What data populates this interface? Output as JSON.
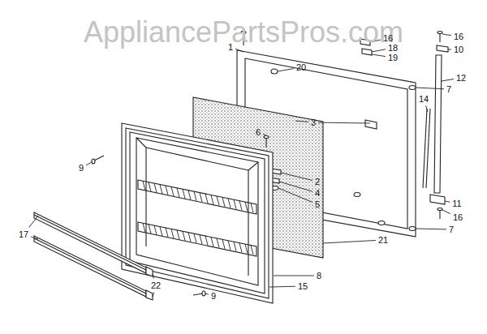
{
  "diagram": {
    "labels": [
      "AppliancePartsPros.com",
      "1",
      "16",
      "18",
      "19",
      "16",
      "10",
      "20",
      "7",
      "12",
      "3",
      "14",
      "6",
      "2",
      "4",
      "5",
      "11",
      "16",
      "7",
      "9",
      "21",
      "8",
      "15",
      "9",
      "17",
      "22"
    ]
  }
}
